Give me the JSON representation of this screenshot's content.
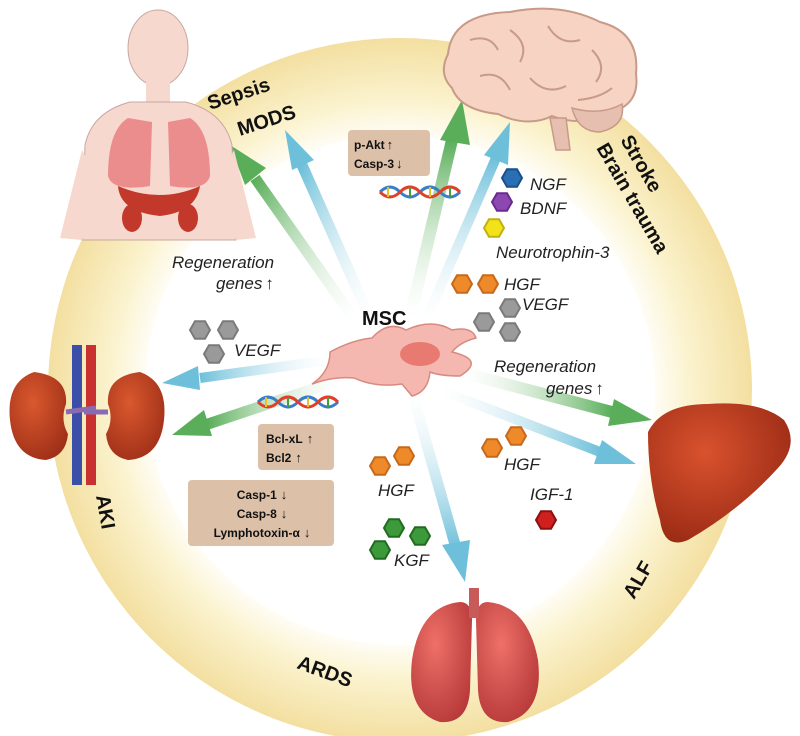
{
  "center": {
    "label": "MSC"
  },
  "ring_labels": {
    "sepsis_1": "Sepsis",
    "sepsis_2": "MODS",
    "stroke_1": "Stroke",
    "stroke_2": "Brain trauma",
    "aki": "AKI",
    "ards": "ARDS",
    "alf": "ALF"
  },
  "factors": {
    "regen_left_1": "Regeneration",
    "regen_left_2": "genes",
    "regen_left_arrow": "↑",
    "vegf_left": "VEGF",
    "ngf": "NGF",
    "bdnf": "BDNF",
    "neurotrophin": "Neurotrophin-3",
    "hgf_top": "HGF",
    "vegf_top": "VEGF",
    "regen_right_1": "Regeneration",
    "regen_right_2": "genes",
    "regen_right_arrow": "↑",
    "hgf_right": "HGF",
    "igf": "IGF-1",
    "hgf_bottom": "HGF",
    "kgf": "KGF"
  },
  "boxes": {
    "brain_box": [
      {
        "text": "p-Akt",
        "arrow": "↑"
      },
      {
        "text": "Casp-3",
        "arrow": "↓"
      }
    ],
    "bcl_box": [
      {
        "text": "Bcl-xL",
        "arrow": "↑"
      },
      {
        "text": "Bcl2",
        "arrow": "↑"
      }
    ],
    "casp_box": [
      {
        "text": "Casp-1",
        "arrow": "↓"
      },
      {
        "text": "Casp-8",
        "arrow": "↓"
      },
      {
        "text": "Lymphotoxin-α",
        "arrow": "↓"
      }
    ]
  },
  "colors": {
    "ring": "#f6e9b3",
    "ring_inner": "#fbf5dc",
    "green_arrow": "#6ab26a",
    "blue_arrow": "#7cc4dc",
    "cell": "#f4b8b0",
    "box": "#dcc0a8",
    "hex_gray": "#9a9a9a",
    "hex_orange": "#ee8a2a",
    "hex_green": "#3d9a3a",
    "hex_red": "#d01f1f",
    "hex_blue": "#2a6fb4",
    "hex_purple": "#8a48b0",
    "hex_yellow": "#f2e21a"
  }
}
